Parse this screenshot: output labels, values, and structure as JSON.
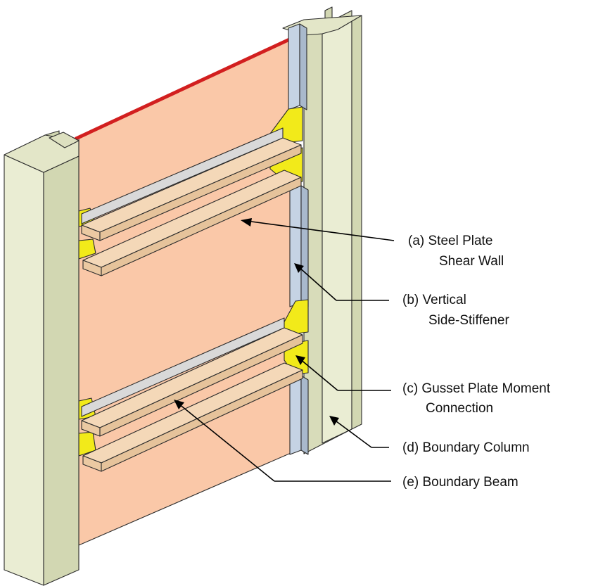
{
  "labels": {
    "a_line1": "(a) Steel Plate",
    "a_line2": "Shear Wall",
    "b_line1": "(b) Vertical",
    "b_line2": "Side-Stiffener",
    "c_line1": "(c) Gusset Plate Moment",
    "c_line2": "Connection",
    "d_line1": "(d) Boundary Column",
    "e_line1": "(e) Boundary Beam"
  },
  "colors": {
    "plate": "#FAC8A8",
    "column_face": "#EAEDD3",
    "column_side": "#D2D7B2",
    "stiffener": "#C5D3E4",
    "gusset": "#F2EA1A",
    "beam_top": "#F4D8B8",
    "beam_front": "#EBC9A2",
    "top_edge": "#D21F1F"
  }
}
